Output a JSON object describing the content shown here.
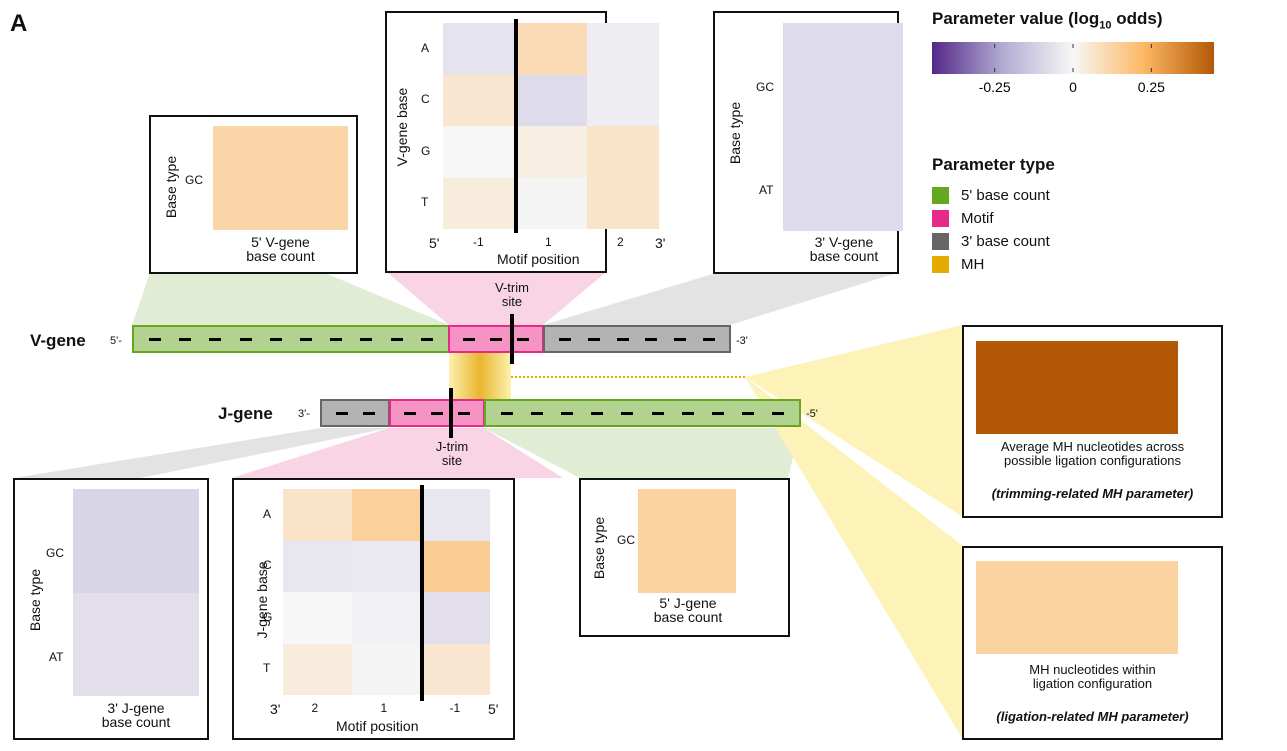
{
  "panel_label": "A",
  "colors": {
    "five_prime": "#65a71f",
    "motif": "#e7298a",
    "three_prime": "#666666",
    "mh": "#e6ab02",
    "green_fill": "#b2d38f",
    "pink_fill": "#f593c2",
    "gray_fill": "#b3b3b3",
    "green_wedge": "#e0ecd4",
    "pink_wedge": "#f8d4e5",
    "gray_wedge": "#e3e3e3",
    "yellow_wedge": "#fdf3b8"
  },
  "colorbar": {
    "title_main": "Parameter value (log",
    "title_sub": "10",
    "title_end": " odds)",
    "range": [
      -0.45,
      0.45
    ],
    "ticks": [
      "-0.25",
      "0",
      "0.25"
    ],
    "tick_values": [
      -0.25,
      0,
      0.25
    ]
  },
  "legend": {
    "title": "Parameter type",
    "items": [
      {
        "label": "5' base count",
        "color": "#65a71f"
      },
      {
        "label": "Motif",
        "color": "#e7298a"
      },
      {
        "label": "3' base count",
        "color": "#666666"
      },
      {
        "label": "MH",
        "color": "#e6ab02"
      }
    ]
  },
  "genes": {
    "v": {
      "label": "V-gene",
      "left_end": "5'-",
      "right_end": "-3'",
      "trim_label": "V-trim\nsite",
      "trim_line1": "V-trim",
      "trim_line2": "site"
    },
    "j": {
      "label": "J-gene",
      "left_end": "3'-",
      "right_end": "-5'",
      "trim_label": "J-trim\nsite",
      "trim_line1": "J-trim",
      "trim_line2": "site"
    }
  },
  "panels": {
    "v5": {
      "ylabel": "Base type",
      "rows": [
        "GC"
      ],
      "values": [
        0.12
      ],
      "xlabel1": "5' V-gene",
      "xlabel2": "base count"
    },
    "vmotif": {
      "ylabel": "V-gene base",
      "xlabel": "Motif position",
      "rows": [
        "A",
        "C",
        "G",
        "T"
      ],
      "cols": [
        "-1",
        "1",
        "2"
      ],
      "end_left": "5'",
      "end_right": "3'",
      "values": [
        [
          -0.06,
          0.1,
          -0.03
        ],
        [
          0.06,
          -0.08,
          -0.03
        ],
        [
          0.0,
          0.03,
          0.07
        ],
        [
          0.04,
          -0.01,
          0.07
        ]
      ]
    },
    "v3": {
      "ylabel": "Base type",
      "rows": [
        "GC",
        "AT"
      ],
      "values": [
        -0.08,
        -0.08
      ],
      "xlabel1": "3' V-gene",
      "xlabel2": "base count"
    },
    "j3": {
      "ylabel": "Base type",
      "rows": [
        "GC",
        "AT"
      ],
      "values": [
        -0.1,
        -0.07
      ],
      "xlabel1": "3' J-gene",
      "xlabel2": "base count"
    },
    "jmotif": {
      "ylabel": "J-gene base",
      "xlabel": "Motif position",
      "rows": [
        "A",
        "C",
        "G",
        "T"
      ],
      "cols": [
        "2",
        "1",
        "-1"
      ],
      "end_left": "3'",
      "end_right": "5'",
      "values": [
        [
          0.07,
          0.14,
          -0.05
        ],
        [
          -0.05,
          -0.04,
          0.15
        ],
        [
          0.0,
          -0.02,
          -0.07
        ],
        [
          0.04,
          -0.01,
          0.06
        ]
      ]
    },
    "j5": {
      "ylabel": "Base type",
      "rows": [
        "GC"
      ],
      "values": [
        0.13
      ],
      "xlabel1": "5' J-gene",
      "xlabel2": "base count"
    },
    "mh_avg": {
      "value": 0.45,
      "line1": "Average MH nucleotides across",
      "line2": "possible ligation configurations",
      "note": "(trimming-related MH parameter)"
    },
    "mh_lig": {
      "value": 0.13,
      "line1": "MH nucleotides within",
      "line2": "ligation configuration",
      "note": "(ligation-related MH parameter)"
    }
  }
}
